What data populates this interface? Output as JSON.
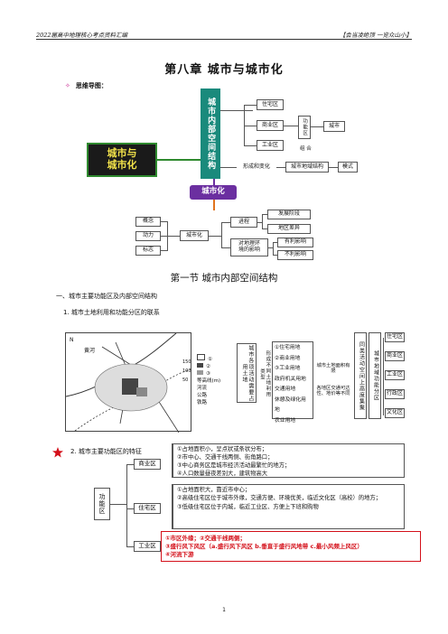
{
  "header": {
    "left": "2022届高中地理核心考点资料汇编",
    "right": "【会当凌绝顶  一览众山小】"
  },
  "chapter_title": "第八章  城市与城市化",
  "mindmap_label": "思维导图：",
  "mindmap": {
    "center": "城市与\n城市化",
    "internal": "城市内部空间结构",
    "urbanization": "城市化",
    "zones": [
      "住宅区",
      "商业区",
      "工业区"
    ],
    "func": "功能区",
    "city": "城市",
    "combine": "组  合",
    "form": "形成和变化",
    "spatial": "城市地域结构",
    "model": "模式",
    "left_items": [
      "概念",
      "动力",
      "标志"
    ],
    "chz": "城市化",
    "process": "进程",
    "stages": "发展阶段",
    "regional": "地区差异",
    "effect": "对地理环\n境的影响",
    "good": "有利影响",
    "bad": "不利影响"
  },
  "section_title": "第一节  城市内部空间结构",
  "h1": "一、城市主要功能区及内部空间结构",
  "h2": "1.  城市土地利用和功能分区的联系",
  "map": {
    "n": "N",
    "river": "黄河",
    "legend": [
      "①",
      "②",
      "③",
      "等高线(m)",
      "河流",
      "公路",
      "铁路"
    ],
    "contours": [
      "150",
      "100",
      "50"
    ]
  },
  "flow": {
    "activities": "城市各项活动需要占用土地",
    "types_label": "形成不同土地利用类型",
    "land": [
      "①住宅用地",
      "②商业用地",
      "③工业用地",
      "政府机关用地",
      "交通用地",
      "休憩及绿化用地",
      "农业用地"
    ],
    "price_label": "城市土地面积有限",
    "factors": "各地区交通可达性、地价等不同",
    "cluster": "同类活动空间上高度集聚",
    "zones_vert": "城市地域功能分区",
    "out": [
      "住宅区",
      "商业区",
      "工业区",
      "行政区",
      "文化区"
    ]
  },
  "h3": "2.  城市主要功能区的特征",
  "features": {
    "root": "功能区",
    "commercial": "商业区",
    "comm_text": "①占地面积小，呈点状或条状分布；\n②市中心、交通干线两侧、街角路口；\n③中心商务区是城市经济活动最繁忙的地方；\n④人口数量昼夜差别大，建筑物高大",
    "residential": "住宅区",
    "res_text": "①占地面积大，靠近市中心；\n②高级住宅区位于城市外缘，交通方便、环境优美，临近文化区（高校）的地方；\n③低级住宅区位于内城，临近工业区、方便上下班和购物",
    "industrial": "工业区"
  },
  "note": {
    "line1": "①市区外缘；②交通干线两侧；",
    "line2": "③盛行风下风区（a.盛行风下风区 b.垂直于盛行风地带 c.最小风频上风区）",
    "line3": "④河流下游"
  },
  "page_no": "1",
  "colors": {
    "teal": "#1a8a7c",
    "red": "#d4101a",
    "purple": "#6b2fa0",
    "orange": "#e0731e",
    "green": "#2f8a2f"
  }
}
